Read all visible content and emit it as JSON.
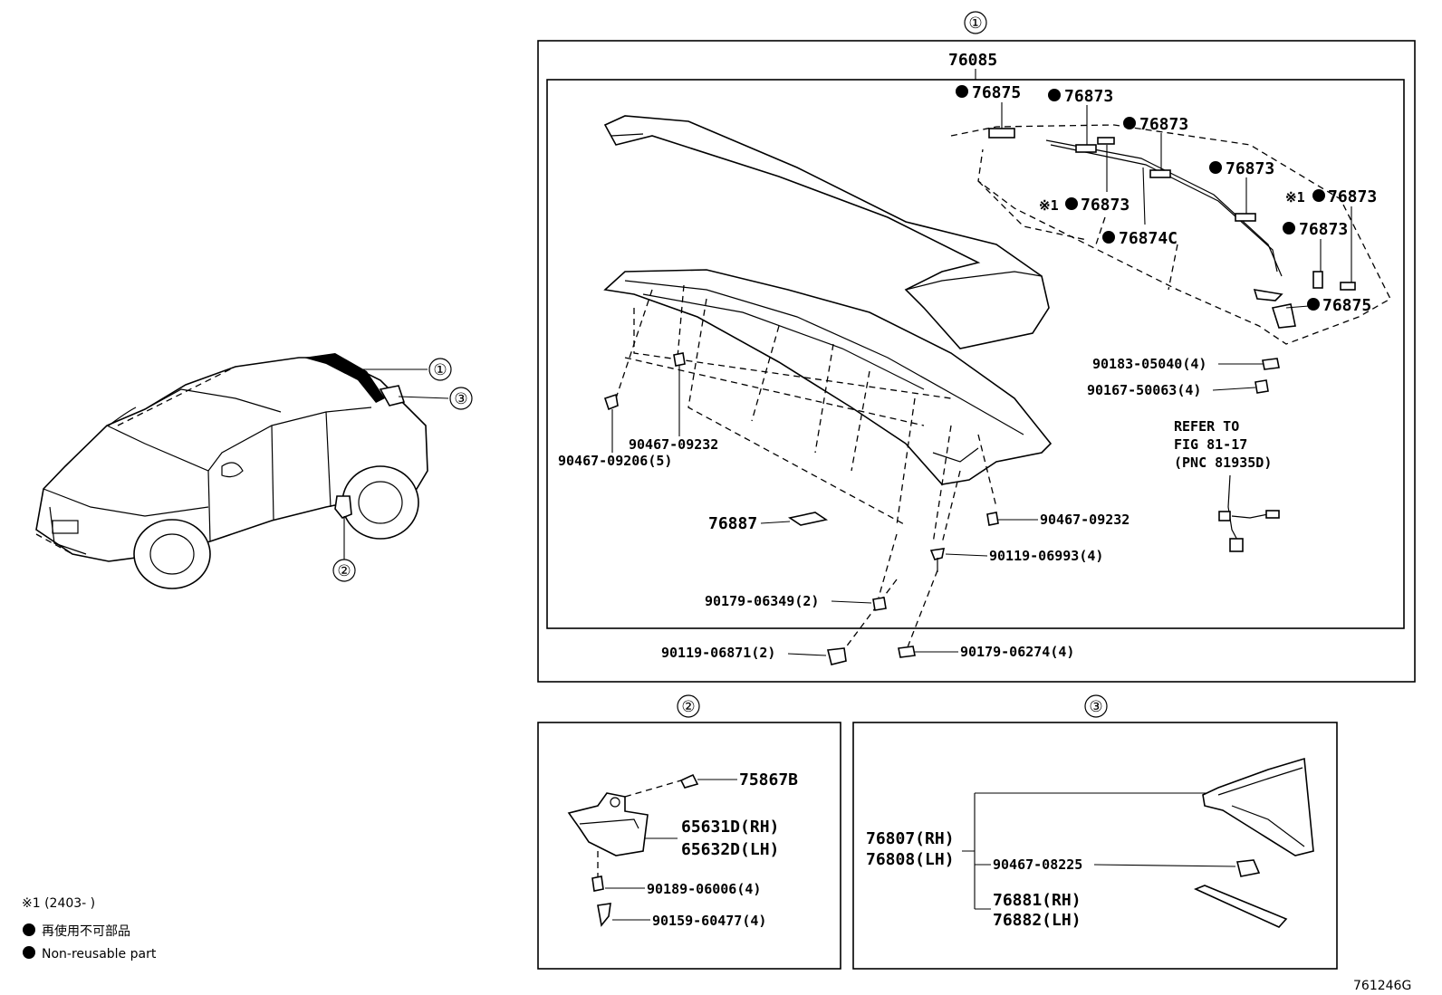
{
  "callouts": {
    "one": "①",
    "two": "②",
    "three": "③"
  },
  "group1": {
    "assembly": "76085",
    "clips": {
      "c76875_top": "76875",
      "c76873_a": "76873",
      "c76873_b": "76873",
      "c76873_c": "76873",
      "c76873_d": "76873",
      "c76873_e": "76873",
      "c76873_f": "76873",
      "c76874c": "76874C",
      "c76875_bottom": "76875"
    },
    "star_mark": "※1",
    "parts": {
      "p90183": "90183-05040(4)",
      "p90167": "90167-50063(4)",
      "p90467_09232_top": "90467-09232",
      "p90467_09206": "90467-09206(5)",
      "p76887": "76887",
      "p90467_09232_right": "90467-09232",
      "p90119_06993": "90119-06993(4)",
      "p90179_06349": "90179-06349(2)",
      "p90119_06871": "90119-06871(2)",
      "p90179_06274": "90179-06274(4)"
    },
    "refer": {
      "line1": "REFER TO",
      "line2": "FIG 81-17",
      "line3": "(PNC 81935D)"
    }
  },
  "group2": {
    "p75867b": "75867B",
    "p65631d": "65631D(RH)",
    "p65632d": "65632D(LH)",
    "p90189": "90189-06006(4)",
    "p90159": "90159-60477(4)"
  },
  "group3": {
    "p76807": "76807(RH)",
    "p76808": "76808(LH)",
    "p90467_08225": "90467-08225",
    "p76881": "76881(RH)",
    "p76882": "76882(LH)"
  },
  "legend": {
    "note1": "※1 (2403-     )",
    "jp": "再使用不可部品",
    "en": "Non-reusable part"
  },
  "figure_id": "761246G"
}
